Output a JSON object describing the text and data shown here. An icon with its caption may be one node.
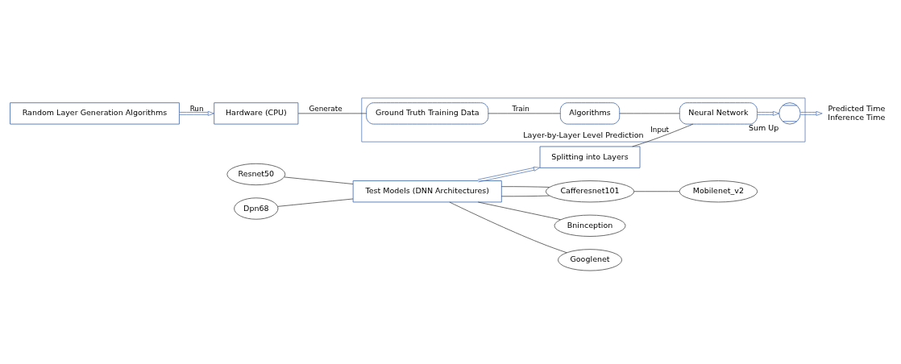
{
  "diagram": {
    "nodes": [
      {
        "text": [
          "Random Layer Generation Algorithms"
        ]
      },
      {
        "text": [
          "Hardware (CPU)"
        ]
      },
      {
        "text": [
          "Layer-by-Layer Level Prediction"
        ]
      },
      {
        "text": [
          "Ground Truth Training Data"
        ],
        "in": 2
      },
      {
        "text": [
          "Algorithms"
        ],
        "in": 2
      },
      {
        "text": [
          "Neural Network"
        ],
        "in": 2
      },
      {
        "text": [],
        "shape": "circle",
        "in": 2,
        "beside": [
          "Sum Up"
        ]
      },
      {
        "text": [
          "Predicted Time",
          "Inference Time"
        ]
      },
      {
        "text": [
          "Resnet50"
        ]
      },
      {
        "text": [
          "Dpn68"
        ]
      },
      {
        "text": [
          "Test Models (DNN Architectures)"
        ]
      },
      {
        "text": [
          "Splitting into Layers"
        ]
      },
      {
        "text": [
          "Cafferesnet101"
        ]
      },
      {
        "text": [
          "Bninception"
        ]
      },
      {
        "text": [
          "Mobilenet_v2"
        ]
      },
      {
        "text": [
          "Googlenet"
        ]
      }
    ],
    "edges": [
      {
        "from": 0,
        "to": 1,
        "arrow": "to",
        "label": "Run",
        "color": "#4a6fb0"
      },
      {
        "from": 1,
        "to": 3,
        "arrow": "none",
        "label": "Generate"
      },
      {
        "from": 3,
        "to": 4,
        "arrow": "none",
        "label": "Train"
      },
      {
        "from": 4,
        "to": 5,
        "arrow": "none"
      },
      {
        "from": 11,
        "to": 5,
        "arrow": "none",
        "label": "Input"
      },
      {
        "from": 5,
        "to": 6,
        "arrow": "to",
        "color": "#4a6fb0"
      },
      {
        "from": 6,
        "to": 7,
        "arrow": "to",
        "color": "#4a6fb0"
      },
      {
        "from": 8,
        "to": 10,
        "arrow": "none"
      },
      {
        "from": 9,
        "to": 10,
        "arrow": "none"
      },
      {
        "from": 10,
        "to": 11,
        "arrow": "to",
        "color": "#4a6fb0"
      },
      {
        "from": 10,
        "to": 12,
        "arrow": "none"
      },
      {
        "from": 10,
        "to": 12,
        "arrow": "none"
      },
      {
        "from": 12,
        "to": 14,
        "arrow": "none"
      },
      {
        "from": 10,
        "to": 15,
        "arrow": "none"
      },
      {
        "from": 10,
        "to": 13,
        "arrow": "none"
      }
    ]
  }
}
